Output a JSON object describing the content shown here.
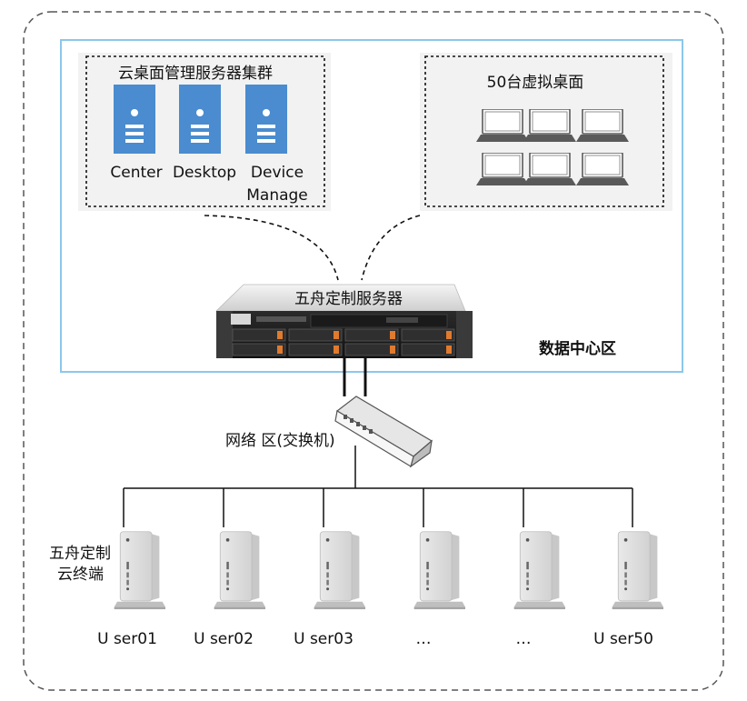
{
  "management_cluster": {
    "title": "云桌面管理服务器集群",
    "servers": [
      {
        "name": "Center",
        "icon": "server-icon"
      },
      {
        "name": "Desktop",
        "icon": "server-icon"
      },
      {
        "name": "Device Manage",
        "line1": "Device",
        "line2": "Manage",
        "icon": "server-icon"
      }
    ]
  },
  "virtual_desktops": {
    "title": "50台虚拟桌面",
    "laptop_icon": "laptop-icon",
    "count_shown": 6
  },
  "server": {
    "label": "五舟定制服务器"
  },
  "datacenter": {
    "label": "数据中心区"
  },
  "network": {
    "label": "网络 区(交换机)"
  },
  "terminals": {
    "label_line1": "五舟定制",
    "label_line2": "云终端",
    "users": [
      "U ser01",
      "U ser02",
      "U ser03",
      "…",
      "…",
      "U ser50"
    ]
  },
  "colors": {
    "datacenter_border": "#8cc7ea",
    "server_icon": "#4a8ccf",
    "panel_bg": "#f2f2f2",
    "outer_border": "#555555"
  }
}
